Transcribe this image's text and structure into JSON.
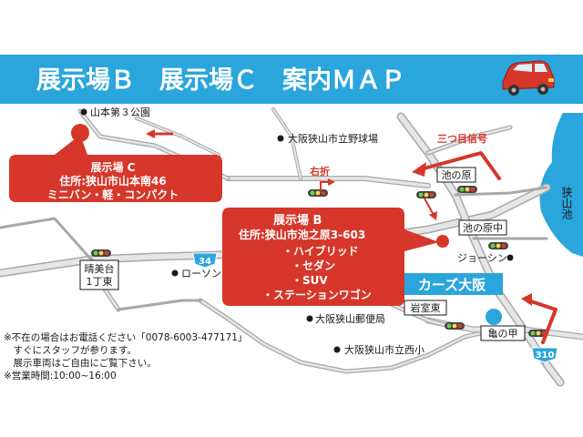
{
  "header": {
    "title": "展示場Ｂ　展示場Ｃ　案内ＭＡＰ",
    "bar_color": "#2aa6dc",
    "title_color": "#ffffff"
  },
  "colors": {
    "callout_red": "#d6372a",
    "road": "#e3e3e3",
    "road_edge": "#a8a8a8",
    "water": "#2aa6dc",
    "accent_blue": "#2aa6dc"
  },
  "landmarks": {
    "yamamoto_park": "山本第３公園",
    "baseball_field": "大阪狭山市立野球場",
    "lawson": "ローソン",
    "post_office": "大阪狭山郵便局",
    "elementary_school": "大阪狭山市立西小",
    "joshin": "ジョーシン"
  },
  "signals": {
    "mitsume": "三つ目信号",
    "ikenohara": "池の原",
    "ikenohara_naka": "池の原中",
    "iwamuro_higashi": "岩室東",
    "kamenokou": "亀の甲",
    "haremidai": "晴美台\n1丁東"
  },
  "turn_label": "右折",
  "route_numbers": {
    "r34": "34",
    "r310": "310"
  },
  "water_label": "狭山池",
  "cars_osaka_label": "カーズ大阪",
  "showroom_c": {
    "name": "展示場 C",
    "address": "住所:狭山市山本南46",
    "desc": "ミニバン・軽・コンパクト"
  },
  "showroom_b": {
    "name": "展示場 B",
    "address": "住所:狭山市池之原3-603",
    "items": [
      "・ハイブリッド",
      "・セダン",
      "・SUV",
      "・ステーションワゴン"
    ]
  },
  "notes": [
    "※不在の場合はお電話ください「0078-6003-477171」",
    "　すぐにスタッフが参ります。",
    "　展示車両はご自由にご覧下さい。",
    "※営業時間:10:00~16:00"
  ]
}
